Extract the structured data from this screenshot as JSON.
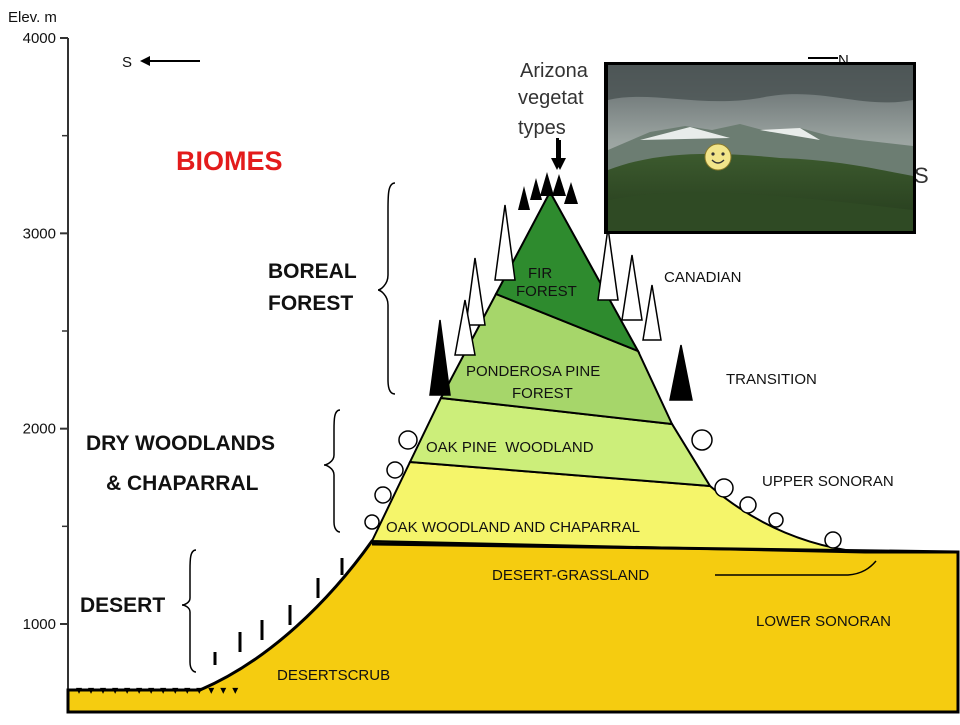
{
  "axis": {
    "unit_label": "Elev. m",
    "ticks": [
      "4000",
      "3000",
      "2000",
      "1000"
    ],
    "tick_elevations": [
      4000,
      3000,
      2000,
      1000
    ]
  },
  "directions": {
    "south": "S",
    "north": "N"
  },
  "annotation": {
    "line1": "Arizona",
    "line2": "vegetat",
    "line3": "types"
  },
  "title": "BIOMES",
  "title_color": "#e31b1b",
  "biomes": {
    "boreal": [
      "BOREAL",
      "FOREST"
    ],
    "dry": [
      "DRY WOODLANDS",
      "& CHAPARRAL"
    ],
    "desert": "DESERT"
  },
  "bands": {
    "fir": [
      "FIR",
      "FOREST"
    ],
    "ponderosa": [
      "PONDEROSA PINE",
      "FOREST"
    ],
    "oak_pine": "OAK PINE  WOODLAND",
    "oak_chaparral": "OAK WOODLAND AND CHAPARRAL",
    "desert_grassland": "DESERT-GRASSLAND",
    "desertscrub": "DESERTSCRUB"
  },
  "life_zones": {
    "canadian": "CANADIAN",
    "transition": "TRANSITION",
    "upper_sonoran": "UPPER SONORAN",
    "lower_sonoran": "LOWER SONORAN"
  },
  "overlay_peek": "S",
  "colors": {
    "fir": "#2e8b2e",
    "ponderosa": "#a6d66a",
    "oak_pine": "#ccee7a",
    "oak_chaparral": "#f5f56a",
    "desert": "#f5cc10"
  },
  "icons": {
    "photo": "mountain-photo",
    "smiley": "smiley-face"
  }
}
